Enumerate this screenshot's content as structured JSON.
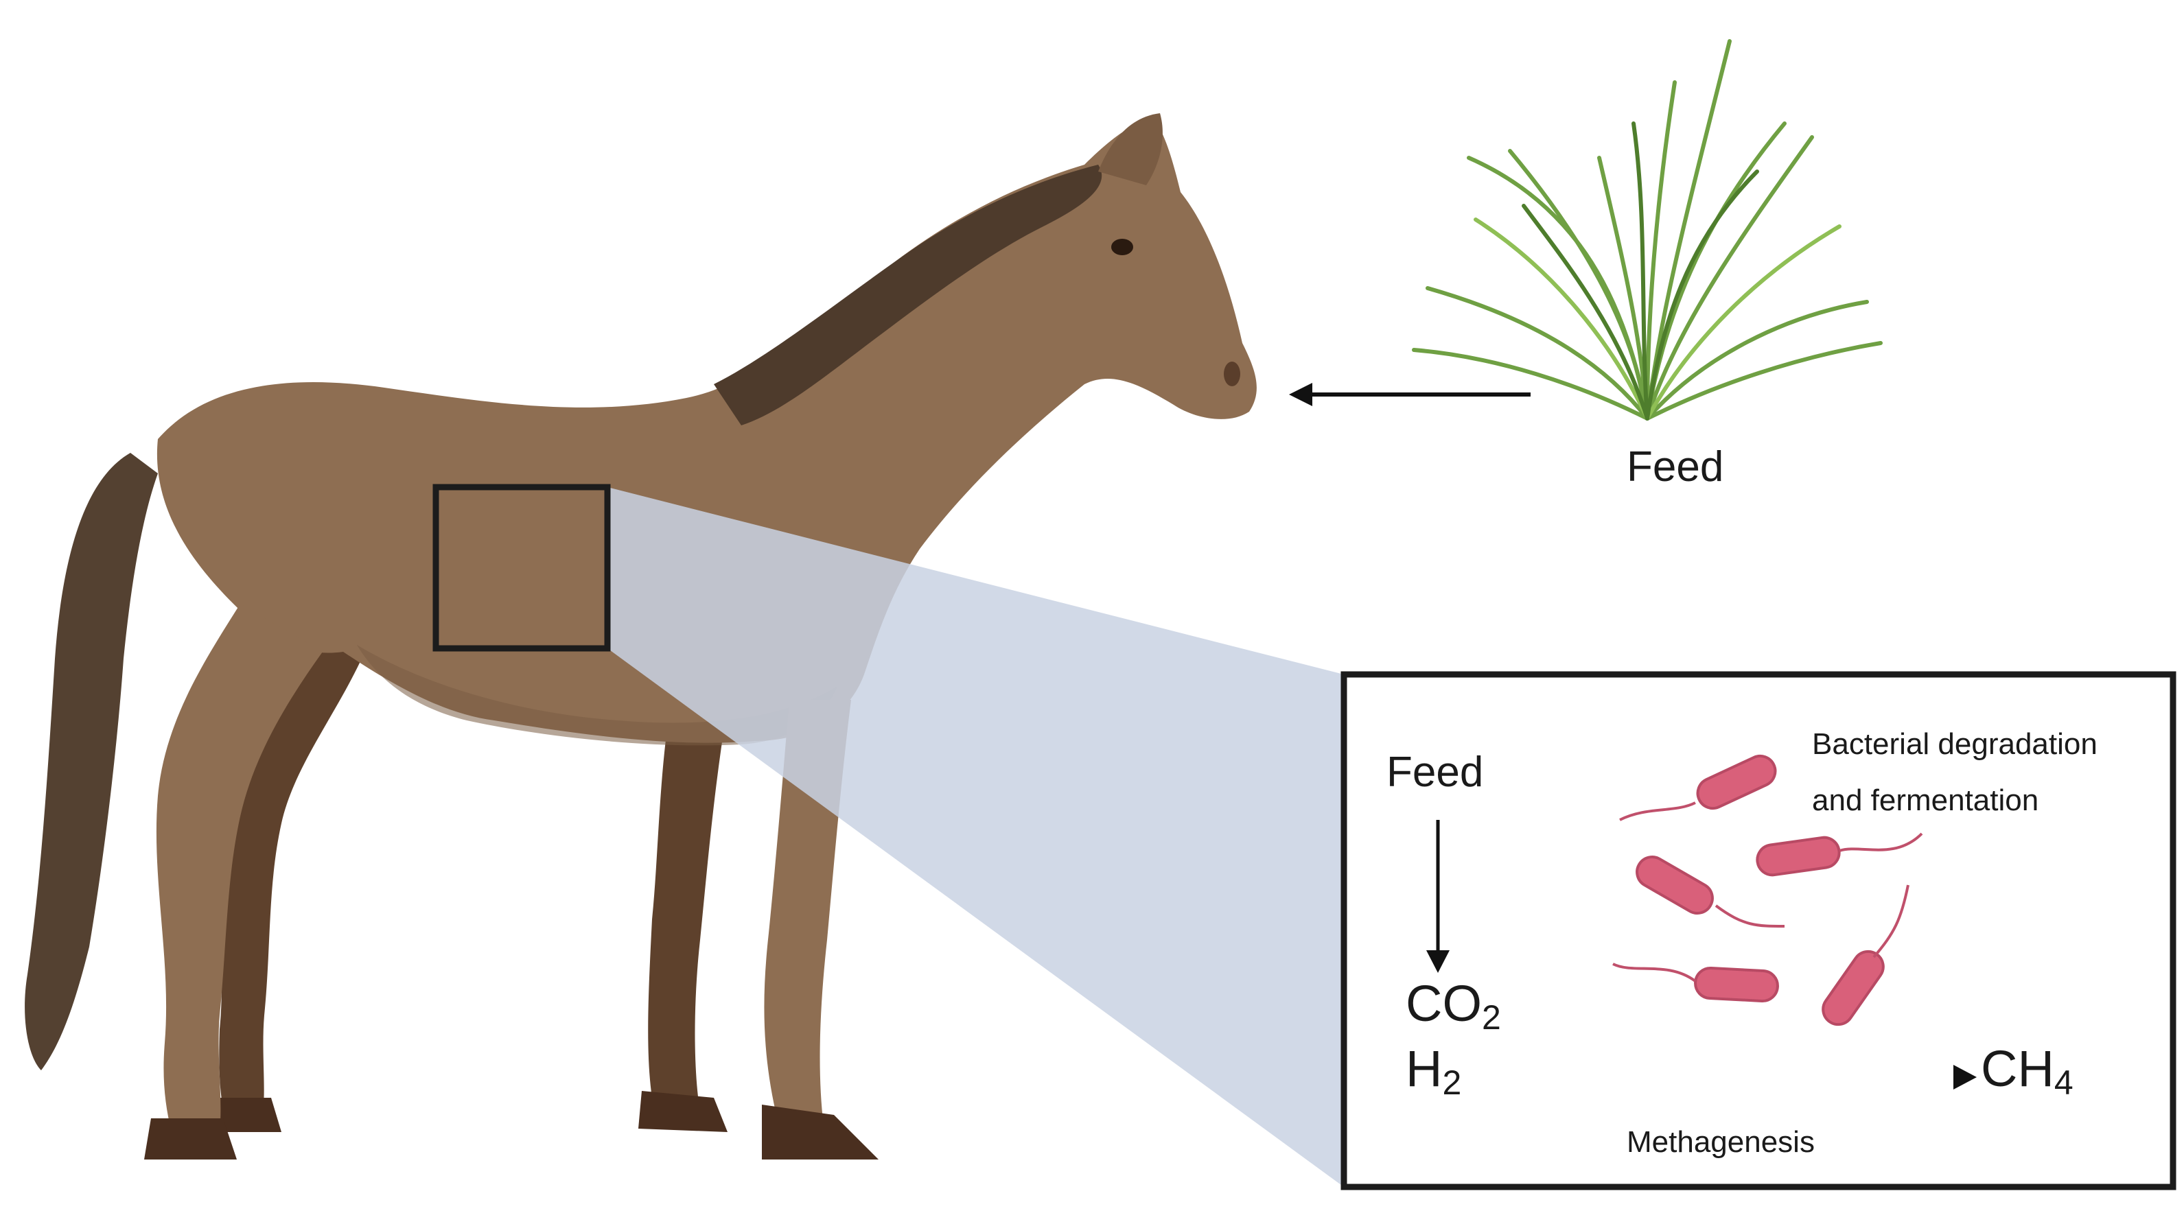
{
  "labels": {
    "feed_top": "Feed",
    "feed_inset": "Feed",
    "bacterial_line1": "Bacterial degradation",
    "bacterial_line2": "and fermentation",
    "co2_main": "CO",
    "co2_sub": "2",
    "h2_main": "H",
    "h2_sub": "2",
    "ch4_main": "CH",
    "ch4_sub": "4",
    "methagenesis": "Methagenesis"
  },
  "colors": {
    "horse_body": "#8e6e52",
    "horse_dark": "#5a3e2b",
    "mane": "#4e3b2c",
    "grass": "#6fa043",
    "bacteria": "#d9607a",
    "zoom_wedge": "#c9d2e3",
    "frame": "#1c1c1c"
  }
}
